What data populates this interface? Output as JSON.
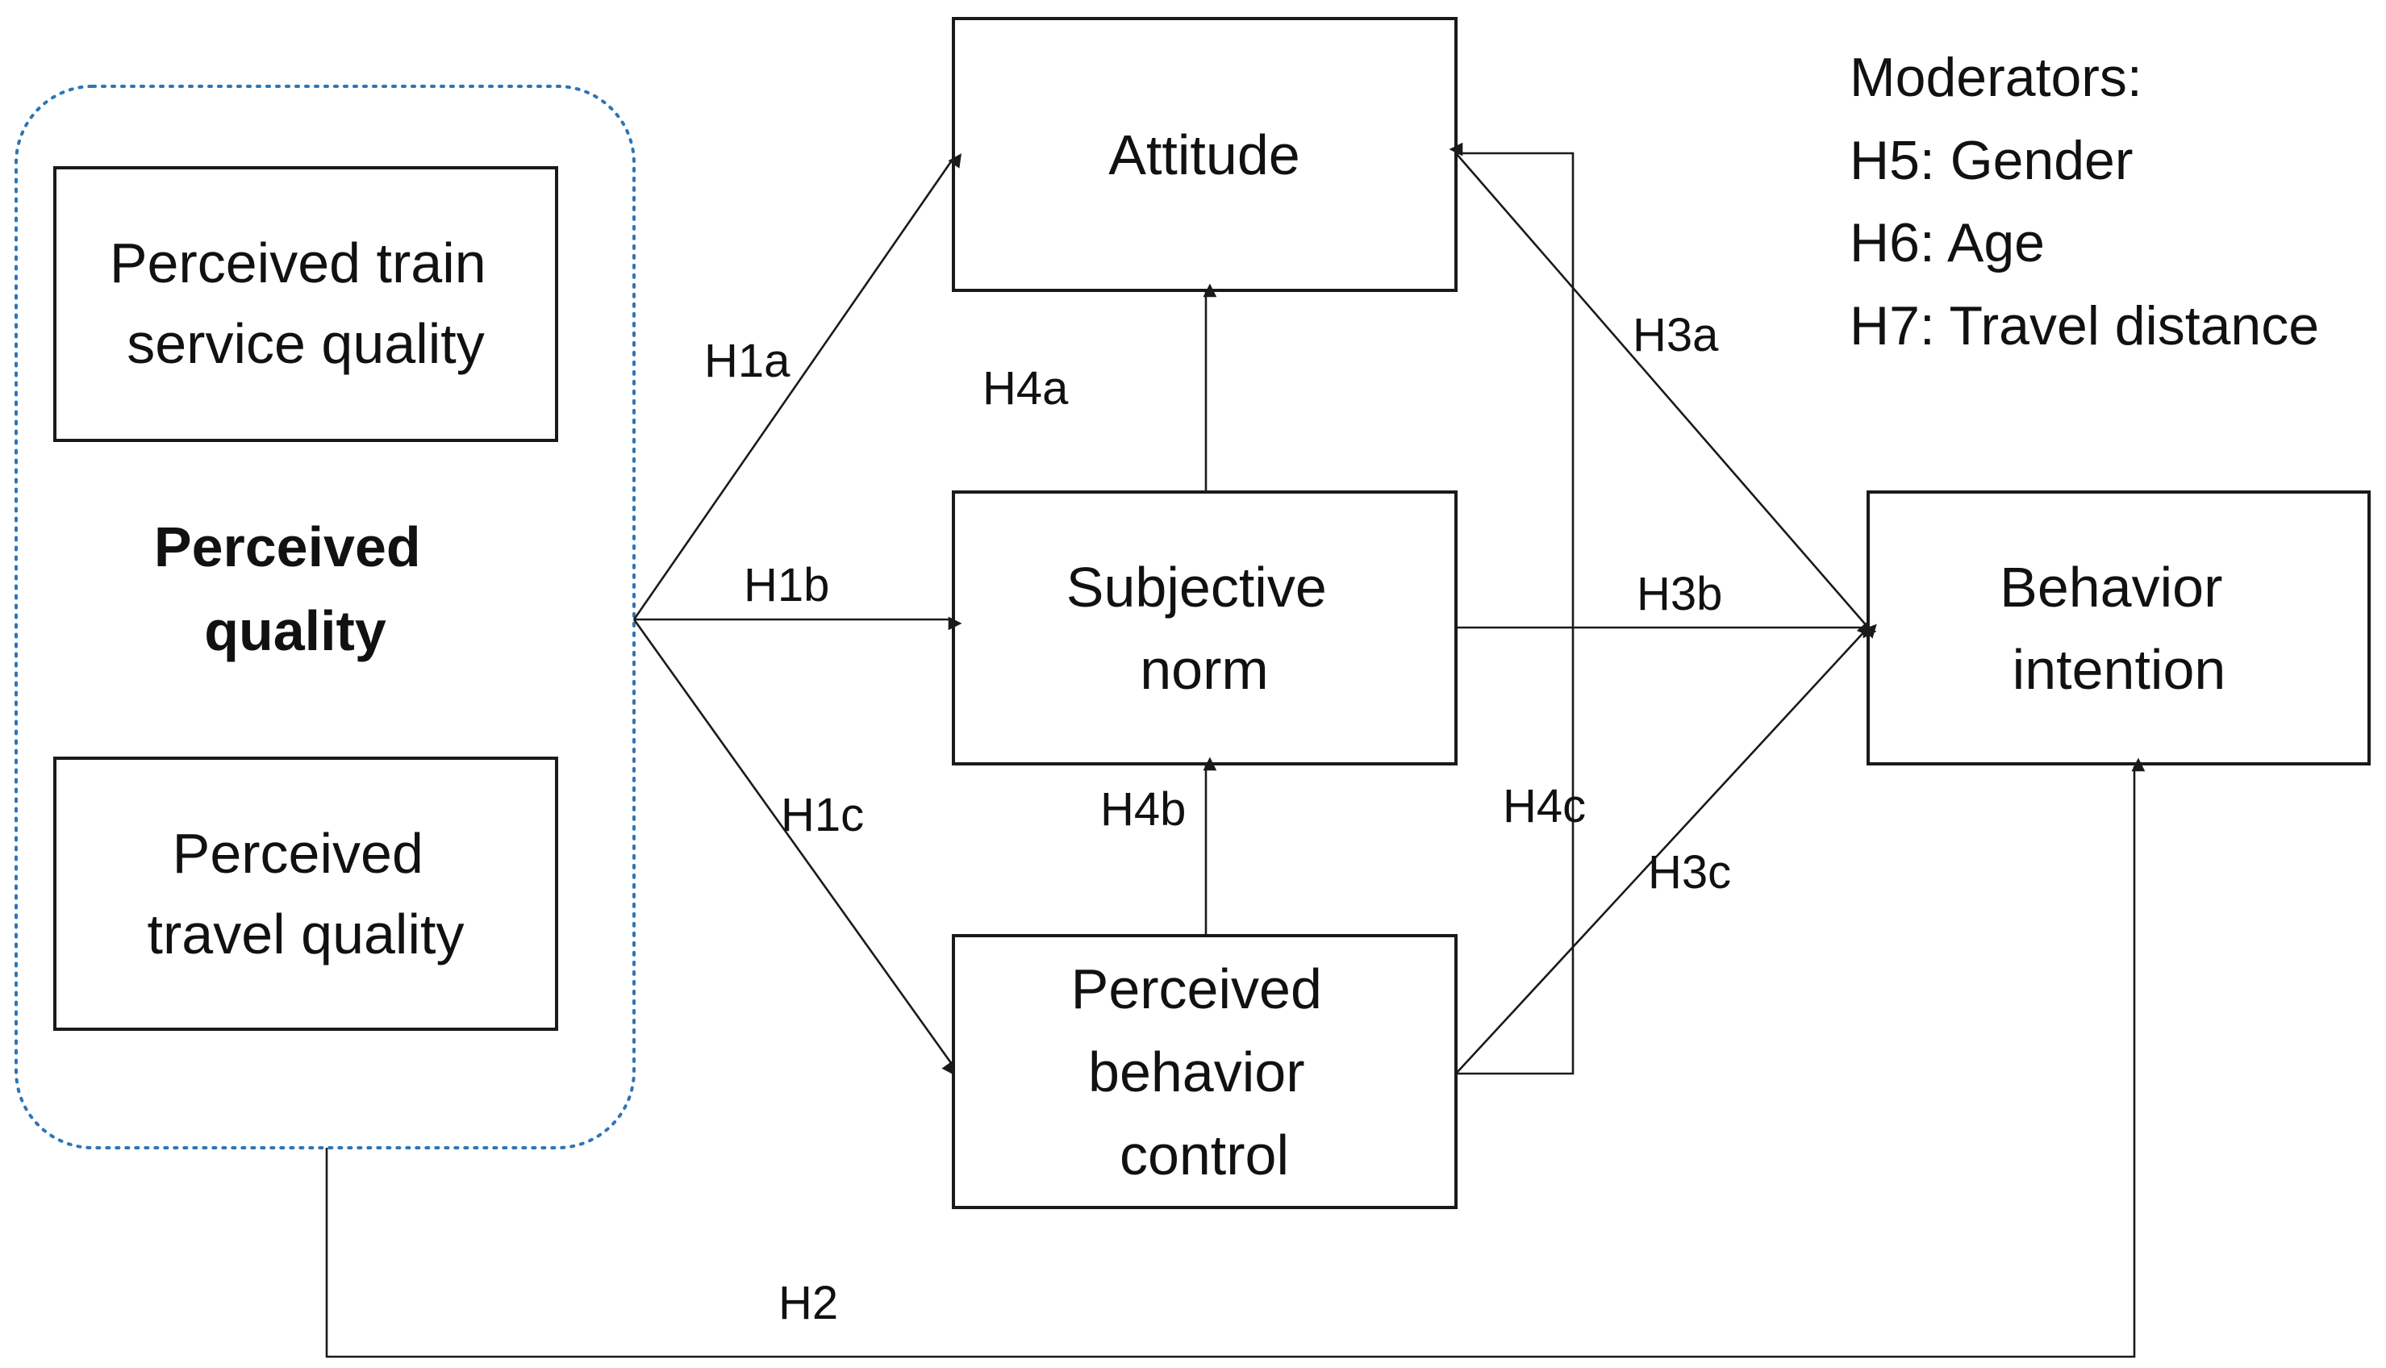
{
  "nodes": {
    "train_service": [
      "Perceived train",
      "service quality"
    ],
    "travel_quality": [
      "Perceived",
      "travel quality"
    ],
    "perceived_quality": [
      "Perceived",
      "quality"
    ],
    "attitude": [
      "Attitude"
    ],
    "subjective_norm": [
      "Subjective",
      "norm"
    ],
    "pbc": [
      "Perceived",
      "behavior",
      "control"
    ],
    "behavior_intention": [
      "Behavior",
      "intention"
    ]
  },
  "edges": {
    "h1a": "H1a",
    "h1b": "H1b",
    "h1c": "H1c",
    "h2": "H2",
    "h3a": "H3a",
    "h3b": "H3b",
    "h3c": "H3c",
    "h4a": "H4a",
    "h4b": "H4b",
    "h4c": "H4c"
  },
  "moderators": {
    "title": "Moderators:",
    "items": [
      "H5: Gender",
      "H6: Age",
      "H7: Travel distance"
    ]
  },
  "colors": {
    "group_border": "#2e75b6",
    "line": "#1a1a1a"
  }
}
